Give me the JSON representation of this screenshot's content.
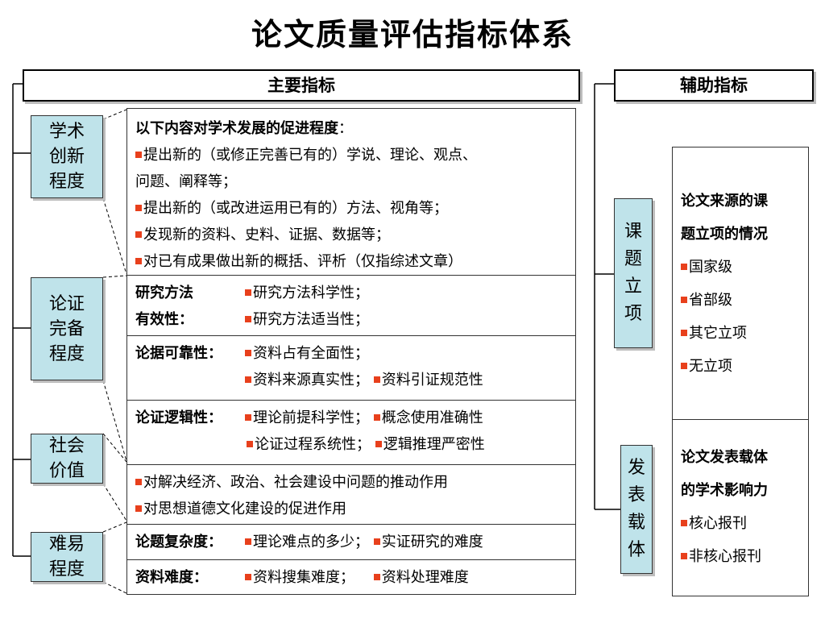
{
  "title": "论文质量评估指标体系",
  "headers": {
    "main": "主要指标",
    "aux": "辅助指标"
  },
  "main_categories": [
    {
      "line1": "学术",
      "line2": "创新",
      "line3": "程度"
    },
    {
      "line1": "论证",
      "line2": "完备",
      "line3": "程度"
    },
    {
      "line1": "社会",
      "line2": "价值"
    },
    {
      "line1": "难易",
      "line2": "程度"
    }
  ],
  "innovation": {
    "heading": "以下内容对学术发展的促进程度",
    "heading_colon": "：",
    "items": [
      "提出新的（或修正完善已有的）学说、理论、观点、",
      "问题、阐释等；",
      "提出新的（或改进运用已有的）方法、视角等；",
      "发现新的资料、史料、证据、数据等；",
      "对已有成果做出新的概括、评析（仅指综述文章）"
    ]
  },
  "method": {
    "label_line1": "研究方法",
    "label_line2": "有效性：",
    "item1": "研究方法科学性；",
    "item2": "研究方法适当性；"
  },
  "evidence": {
    "label": "论据可靠性：",
    "item1": "资料占有全面性；",
    "item2": "资料来源真实性；",
    "item3": "资料引证规范性"
  },
  "logic": {
    "label": "论证逻辑性：",
    "item1": "理论前提科学性；",
    "item2": "概念使用准确性",
    "item3": "论证过程系统性；",
    "item4": "逻辑推理严密性"
  },
  "social": {
    "item1": "对解决经济、政治、社会建设中问题的推动作用",
    "item2": "对思想道德文化建设的促进作用"
  },
  "topic": {
    "label": "论题复杂度：",
    "item1": "理论难点的多少；",
    "item2": "实证研究的难度"
  },
  "material": {
    "label": "资料难度：",
    "item1": "资料搜集难度；",
    "item2": "资料处理难度"
  },
  "aux_categories": [
    {
      "chars": [
        "课",
        "题",
        "立",
        "项"
      ]
    },
    {
      "chars": [
        "发",
        "表",
        "载",
        "体"
      ]
    }
  ],
  "project": {
    "heading_line1": "论文来源的课",
    "heading_line2": "题立项的情况",
    "items": [
      "国家级",
      "省部级",
      "其它立项",
      "无立项"
    ]
  },
  "publication": {
    "heading_line1": "论文发表载体",
    "heading_line2": "的学术影响力",
    "items": [
      "核心报刊",
      "非核心报刊"
    ]
  },
  "colors": {
    "category_fill": "#bfe3ea",
    "bullet": "#e8401c"
  }
}
